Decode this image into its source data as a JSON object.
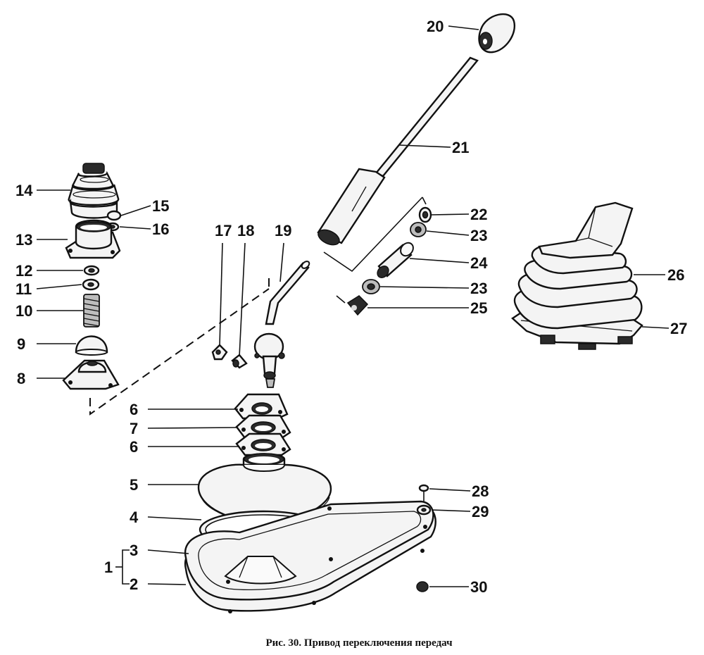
{
  "caption": "Рис. 30. Привод переключения передач",
  "labels": {
    "l1": "1",
    "l2": "2",
    "l3": "3",
    "l4": "4",
    "l5": "5",
    "l6a": "6",
    "l6b": "6",
    "l7": "7",
    "l8": "8",
    "l9": "9",
    "l10": "10",
    "l11": "11",
    "l12": "12",
    "l13": "13",
    "l14": "14",
    "l15": "15",
    "l16": "16",
    "l17": "17",
    "l18": "18",
    "l19": "19",
    "l20": "20",
    "l21": "21",
    "l22": "22",
    "l23a": "23",
    "l23b": "23",
    "l24": "24",
    "l25": "25",
    "l26": "26",
    "l27": "27",
    "l28": "28",
    "l29": "29",
    "l30": "30"
  }
}
